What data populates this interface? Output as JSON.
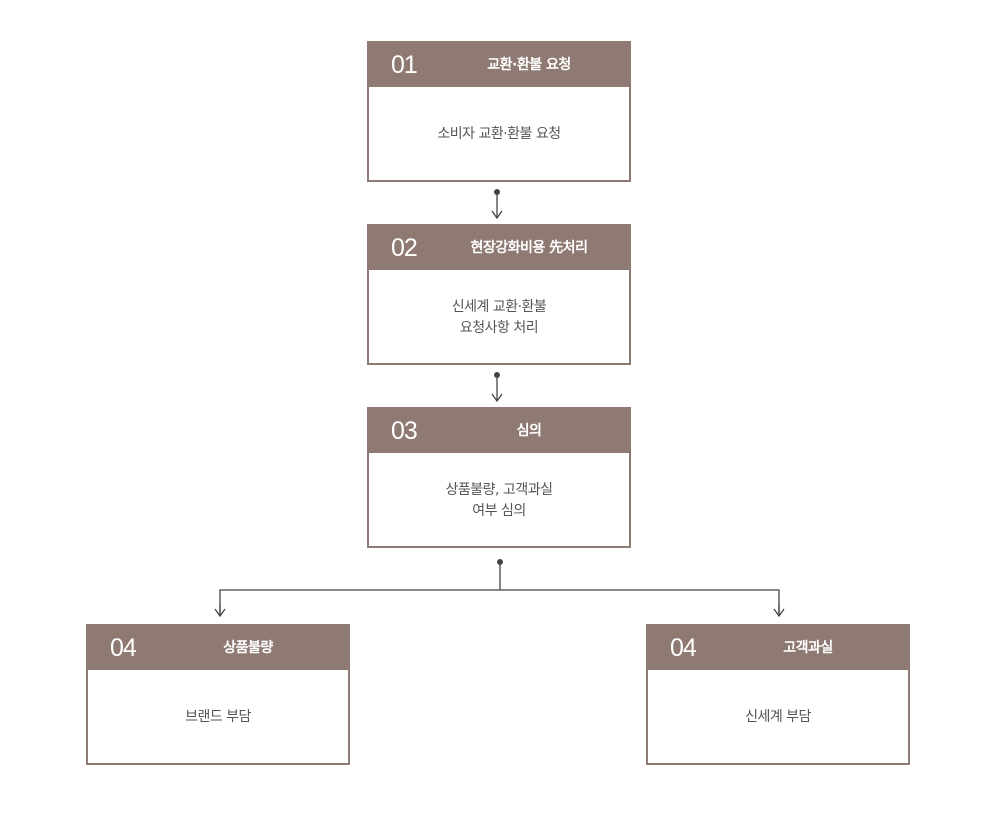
{
  "colors": {
    "accent": "#8e7a72",
    "connector": "#444444",
    "body_text": "#555555"
  },
  "steps": [
    {
      "num": "01",
      "title": "교환·환불 요청",
      "body": [
        "소비자 교환·환불 요청"
      ]
    },
    {
      "num": "02",
      "title": "현장강화비용 先처리",
      "body": [
        "신세계 교환·환불",
        "요청사항 처리"
      ]
    },
    {
      "num": "03",
      "title": "심의",
      "body": [
        "상품불량, 고객과실",
        "여부 심의"
      ]
    },
    {
      "num": "04",
      "title": "상품불량",
      "body": [
        "브랜드 부담"
      ]
    },
    {
      "num": "04",
      "title": "고객과실",
      "body": [
        "신세계 부담"
      ]
    }
  ]
}
